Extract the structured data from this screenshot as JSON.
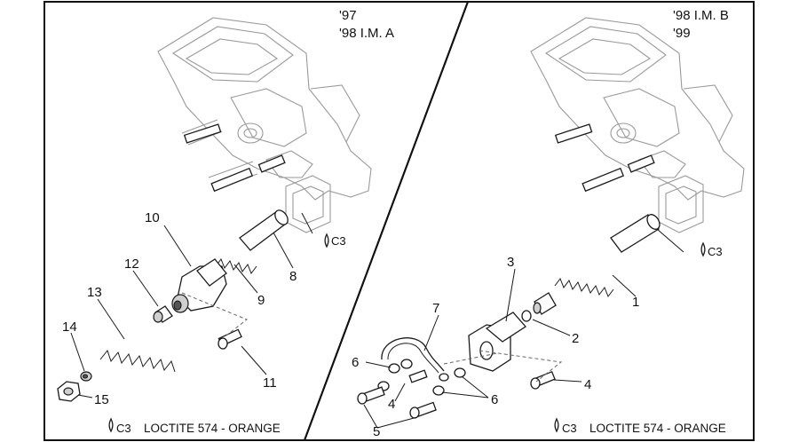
{
  "left_panel": {
    "header_line1": "'97",
    "header_line2": "'98 I.M. A",
    "c3_code": "C3",
    "footer_note": "LOCTITE 574 - ORANGE",
    "part_numbers": {
      "n8": "8",
      "n9": "9",
      "n10": "10",
      "n11": "11",
      "n12": "12",
      "n13": "13",
      "n14": "14",
      "n15": "15"
    }
  },
  "right_panel": {
    "header_line1": "'98 I.M. B",
    "header_line2": "'99",
    "c3_code": "C3",
    "footer_note": "LOCTITE 574 - ORANGE",
    "part_numbers": {
      "n1": "1",
      "n2": "2",
      "n3": "3",
      "n4a": "4",
      "n4b": "4",
      "n5": "5",
      "n6a": "6",
      "n6b": "6",
      "n7": "7"
    }
  },
  "colors": {
    "line": "#1a1a1a",
    "ghost": "#9a9a9a",
    "background": "#ffffff"
  },
  "icons": {
    "loctite_drop": "drop-icon"
  }
}
